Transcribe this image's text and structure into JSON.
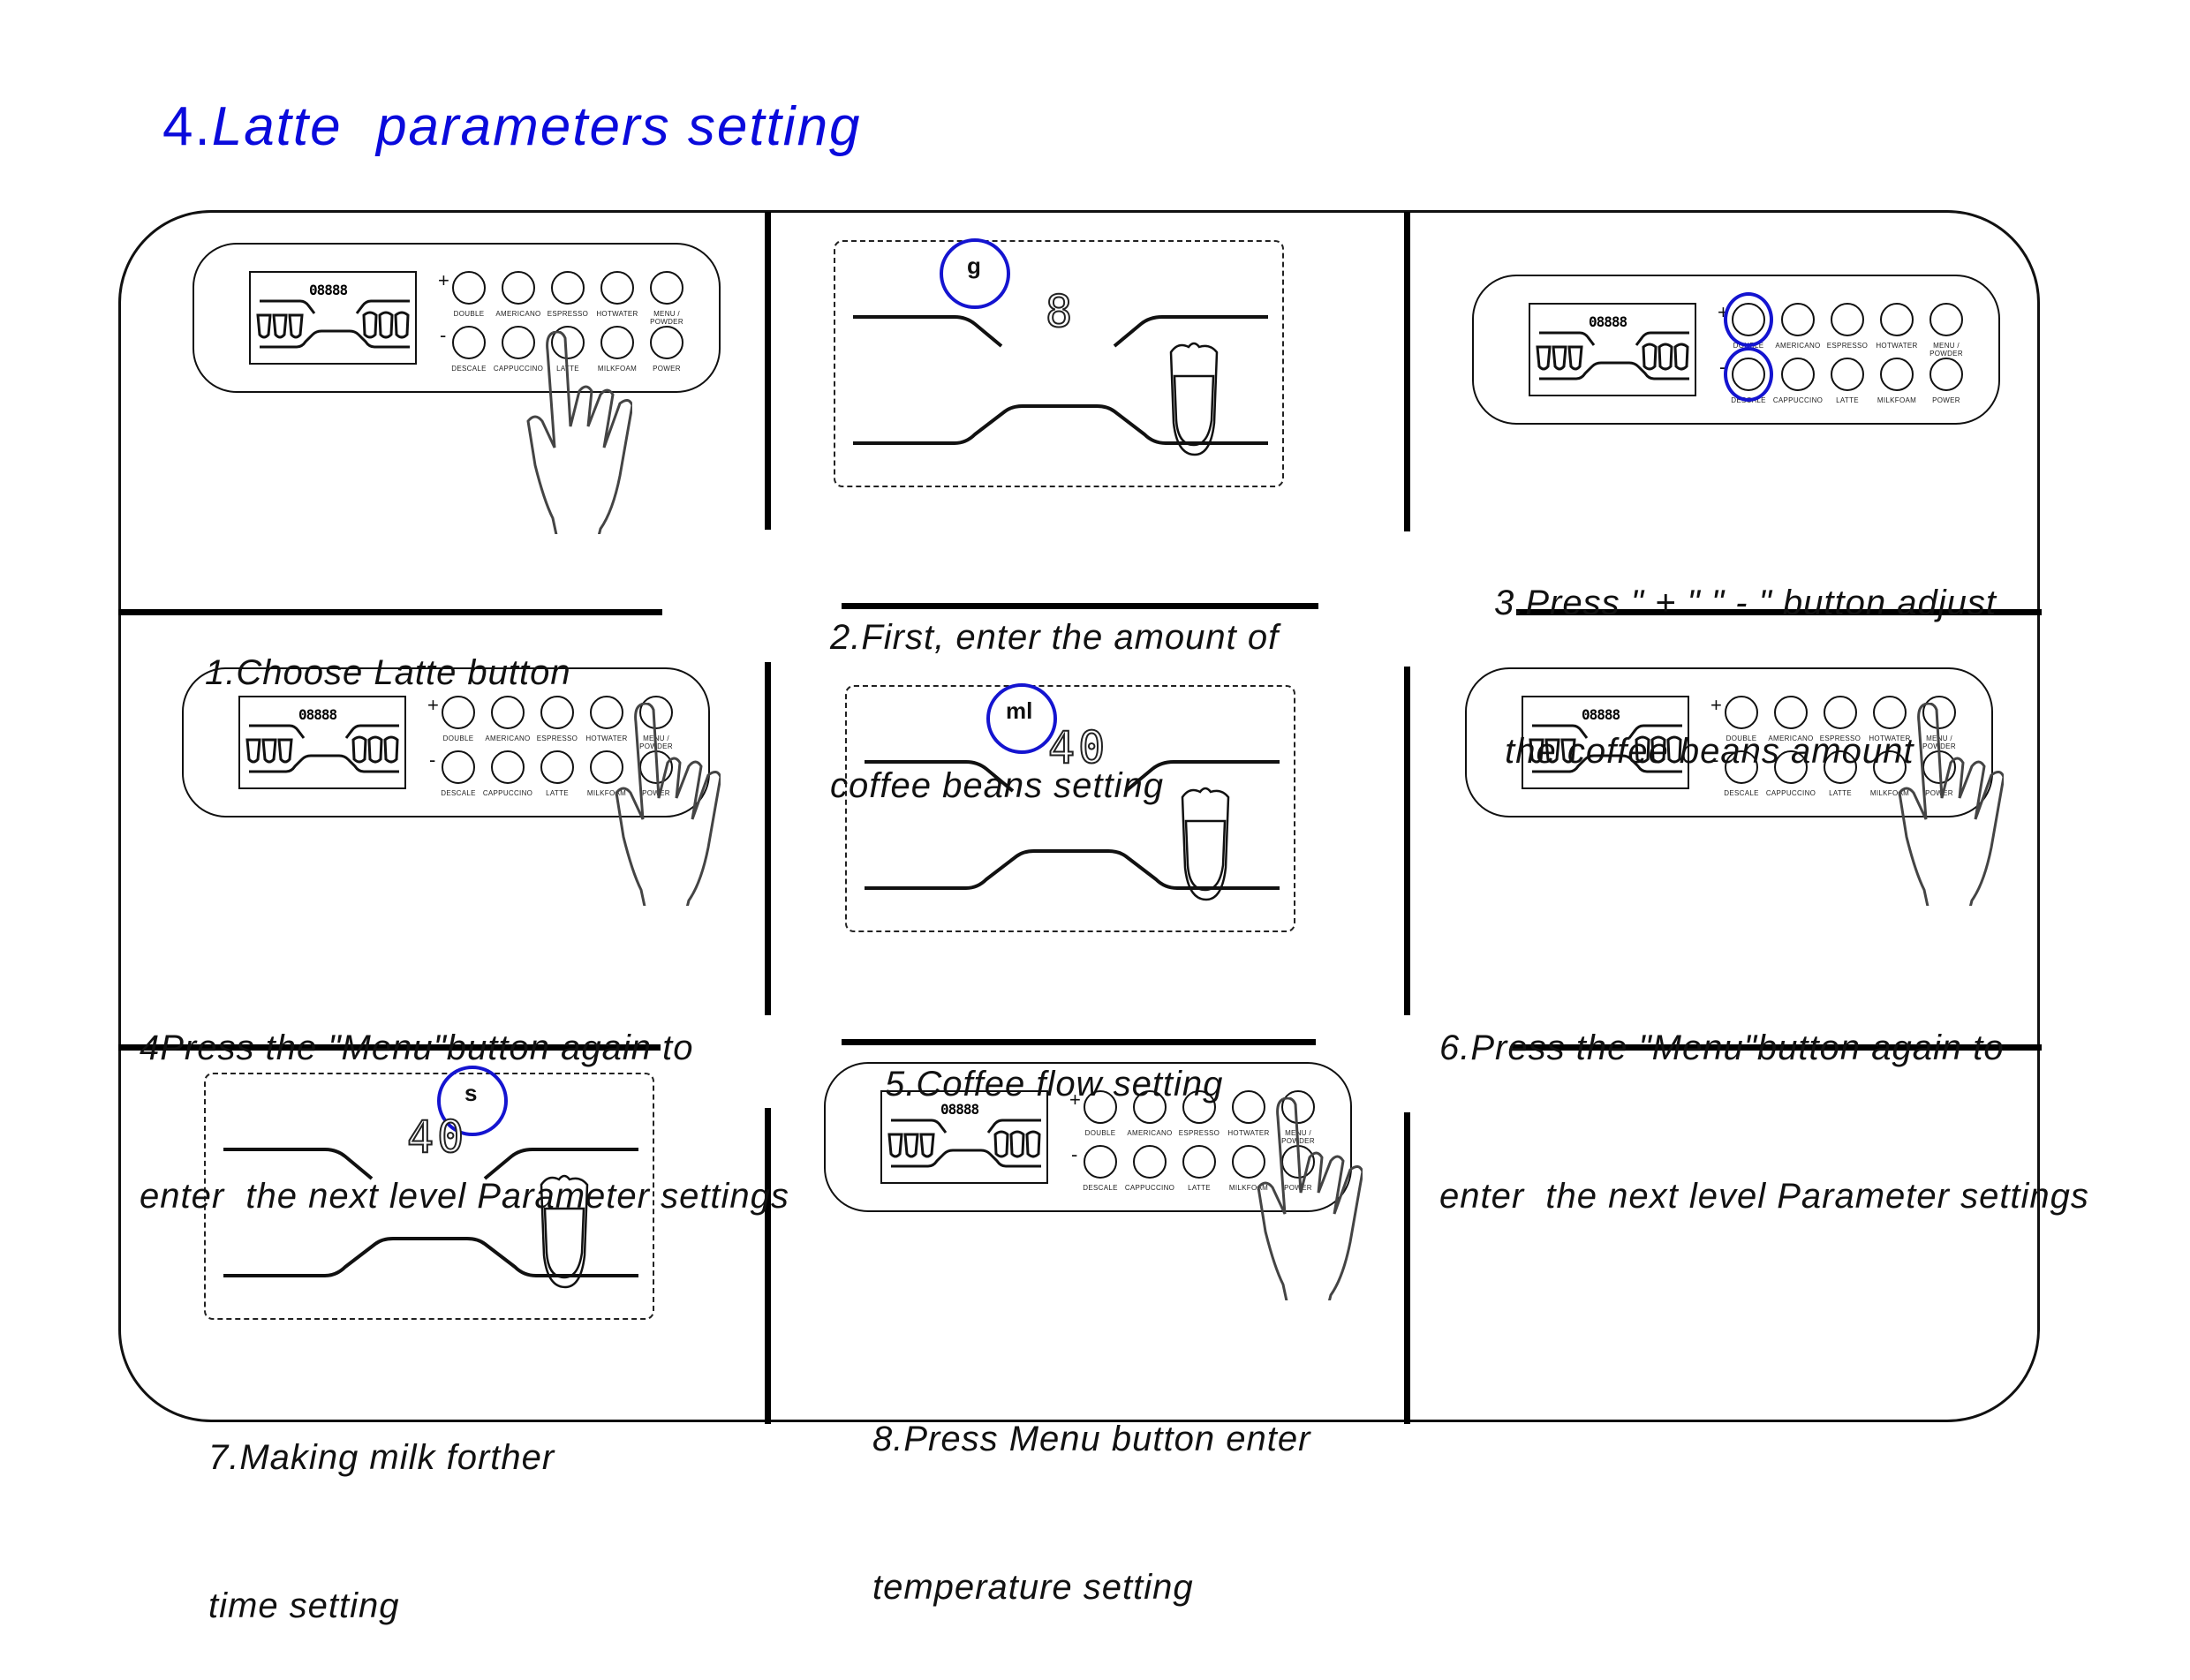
{
  "title": {
    "number": "4.",
    "text": "Latte  parameters setting"
  },
  "colors": {
    "accent": "#0a0adc",
    "line": "#000000"
  },
  "control_panel": {
    "plus_sign": "+",
    "minus_sign": "-",
    "lcd_digits": "08888",
    "top_row": [
      "DOUBLE",
      "AMERICANO",
      "ESPRESSO",
      "HOTWATER",
      "MENU / POWDER"
    ],
    "bottom_row": [
      "DESCALE",
      "CAPPUCCINO",
      "LATTE",
      "MILKFOAM",
      "POWER"
    ]
  },
  "steps": [
    {
      "id": 1,
      "lines": [
        "1.Choose Latte button"
      ],
      "pressed_button": "LATTE",
      "icon": "hand-pointer-icon"
    },
    {
      "id": 2,
      "lines": [
        "2.First, enter the amount of",
        "coffee beans setting"
      ],
      "display_unit": "g",
      "display_value": "8"
    },
    {
      "id": 3,
      "lines": [
        "3.Press \" + \" \" - \" button adjust",
        " the coffee beans amount"
      ],
      "highlighted_buttons": [
        "+",
        "-"
      ]
    },
    {
      "id": 4,
      "lines": [
        "4Press the \"Menu\"button again to",
        "enter  the next level Parameter settings"
      ],
      "pressed_button": "MENU / POWDER"
    },
    {
      "id": 5,
      "lines": [
        "5.Coffee flow setting"
      ],
      "display_unit": "ml",
      "display_value": "40"
    },
    {
      "id": 6,
      "lines": [
        "6.Press the \"Menu\"button again to",
        "enter  the next level Parameter settings"
      ],
      "pressed_button": "MENU / POWDER"
    },
    {
      "id": 7,
      "lines": [
        "7.Making milk forther",
        "time setting"
      ],
      "display_unit": "s",
      "display_value": "40"
    },
    {
      "id": 8,
      "lines": [
        "8.Press Menu button enter",
        "temperature setting"
      ],
      "pressed_button": "MENU / POWDER"
    }
  ]
}
